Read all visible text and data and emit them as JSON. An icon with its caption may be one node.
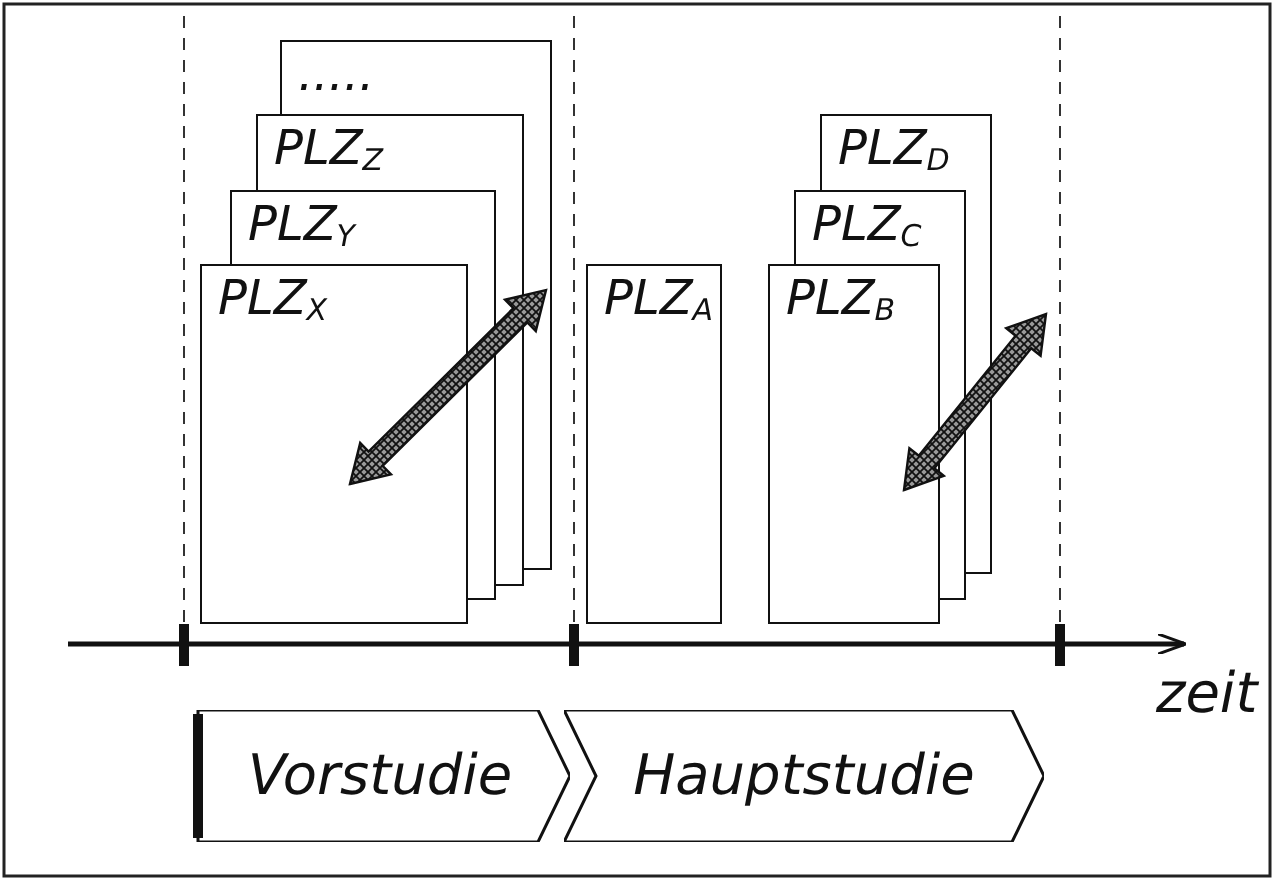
{
  "diagram": {
    "nodes": [
      {
        "text": [
          "....."
        ]
      },
      {
        "text": [
          "PLZ$_{Z}$"
        ]
      },
      {
        "text": [
          "PLZ$_{Y}$"
        ]
      },
      {
        "text": [
          "PLZ$_{X}$"
        ]
      },
      {
        "text": [
          "PLZ$_{A}$"
        ]
      },
      {
        "text": [
          "PLZ$_{D}$"
        ]
      },
      {
        "text": [
          "PLZ$_{C}$"
        ]
      },
      {
        "text": [
          "PLZ$_{B}$"
        ]
      },
      {
        "text": [
          "Vorstudie"
        ]
      },
      {
        "text": [
          "Hauptstudie"
        ]
      }
    ],
    "edges": [],
    "labels": [
      "zeit"
    ]
  }
}
